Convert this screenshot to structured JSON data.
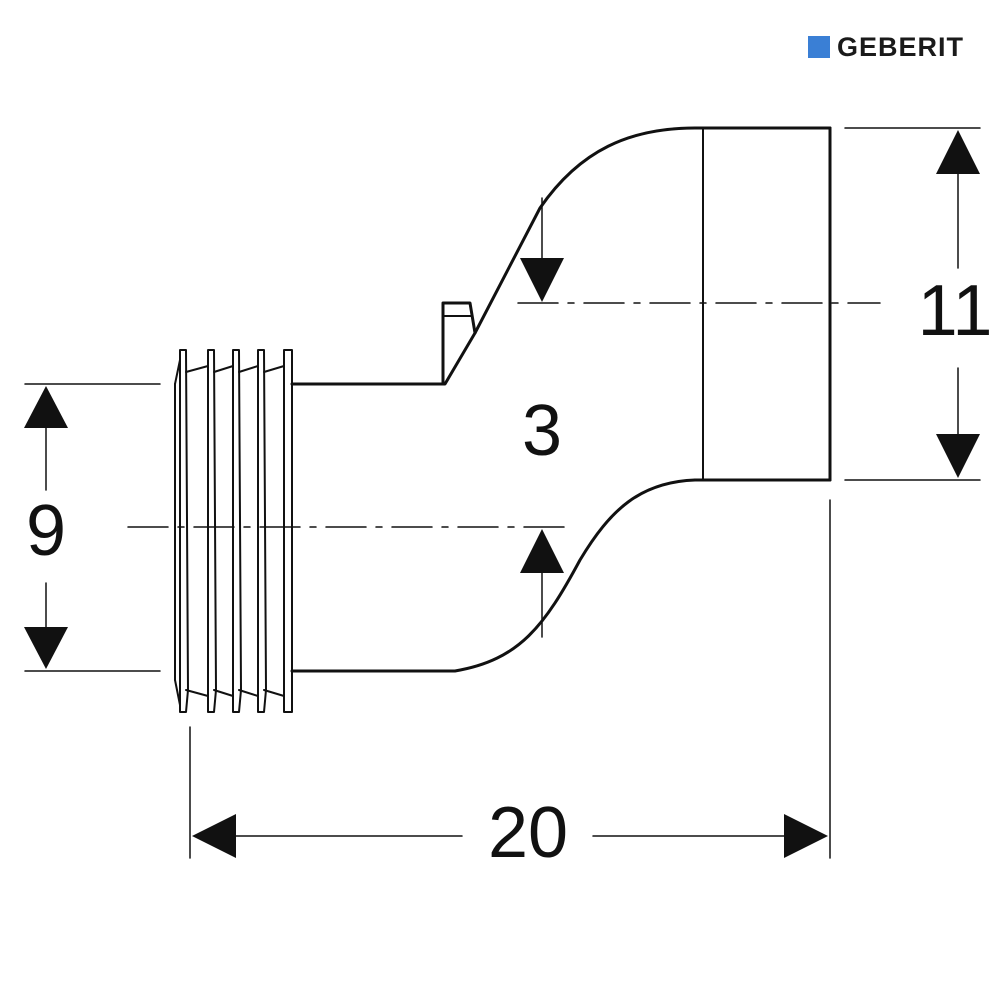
{
  "logo": {
    "text": "GEBERIT",
    "square_color": "#3a7fd5"
  },
  "dimensions": {
    "outlet_diameter": "11",
    "offset": "3",
    "inlet_diameter": "9",
    "length": "20"
  },
  "colors": {
    "line": "#111111",
    "background": "#ffffff"
  }
}
